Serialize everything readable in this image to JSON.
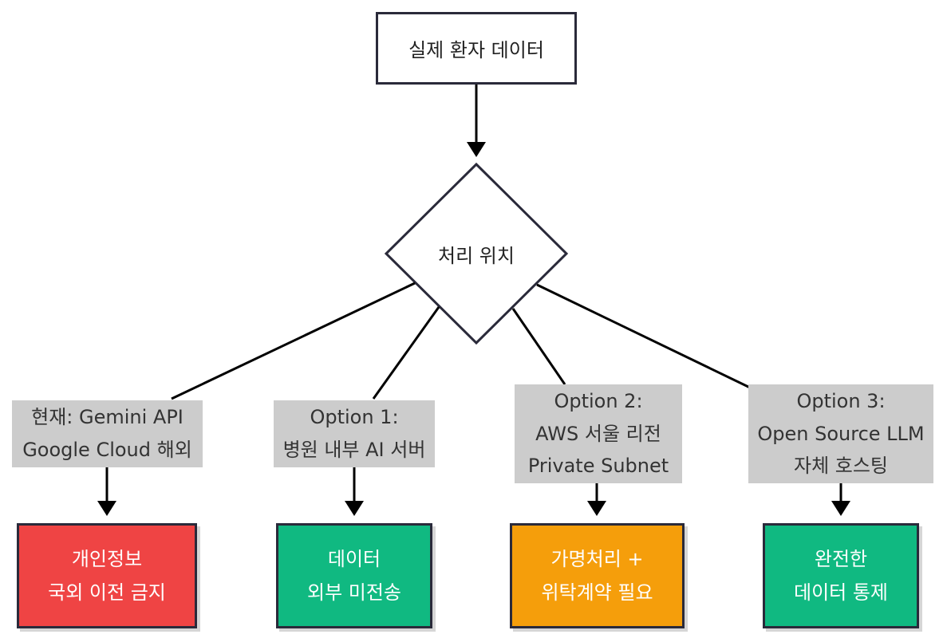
{
  "diagram": {
    "source_node": {
      "label": "실제 환자 데이터"
    },
    "decision_node": {
      "label": "처리 위치"
    },
    "branches": [
      {
        "label_lines": [
          "현재: Gemini API",
          "Google Cloud 해외"
        ],
        "outcome_lines": [
          "개인정보",
          "국외 이전 금지"
        ],
        "outcome_color": "#ef4444"
      },
      {
        "label_lines": [
          "Option 1:",
          "병원 내부 AI 서버"
        ],
        "outcome_lines": [
          "데이터",
          "외부 미전송"
        ],
        "outcome_color": "#10b981"
      },
      {
        "label_lines": [
          "Option 2:",
          "AWS 서울 리전",
          "Private Subnet"
        ],
        "outcome_lines": [
          "가명처리 +",
          "위탁계약 필요"
        ],
        "outcome_color": "#f59e0b"
      },
      {
        "label_lines": [
          "Option 3:",
          "Open Source LLM",
          "자체 호스팅"
        ],
        "outcome_lines": [
          "완전한",
          "데이터 통제"
        ],
        "outcome_color": "#10b981"
      }
    ],
    "colors": {
      "border": "#2a2a3a",
      "label_background": "#cccccc",
      "red": "#ef4444",
      "green": "#10b981",
      "orange": "#f59e0b"
    }
  }
}
